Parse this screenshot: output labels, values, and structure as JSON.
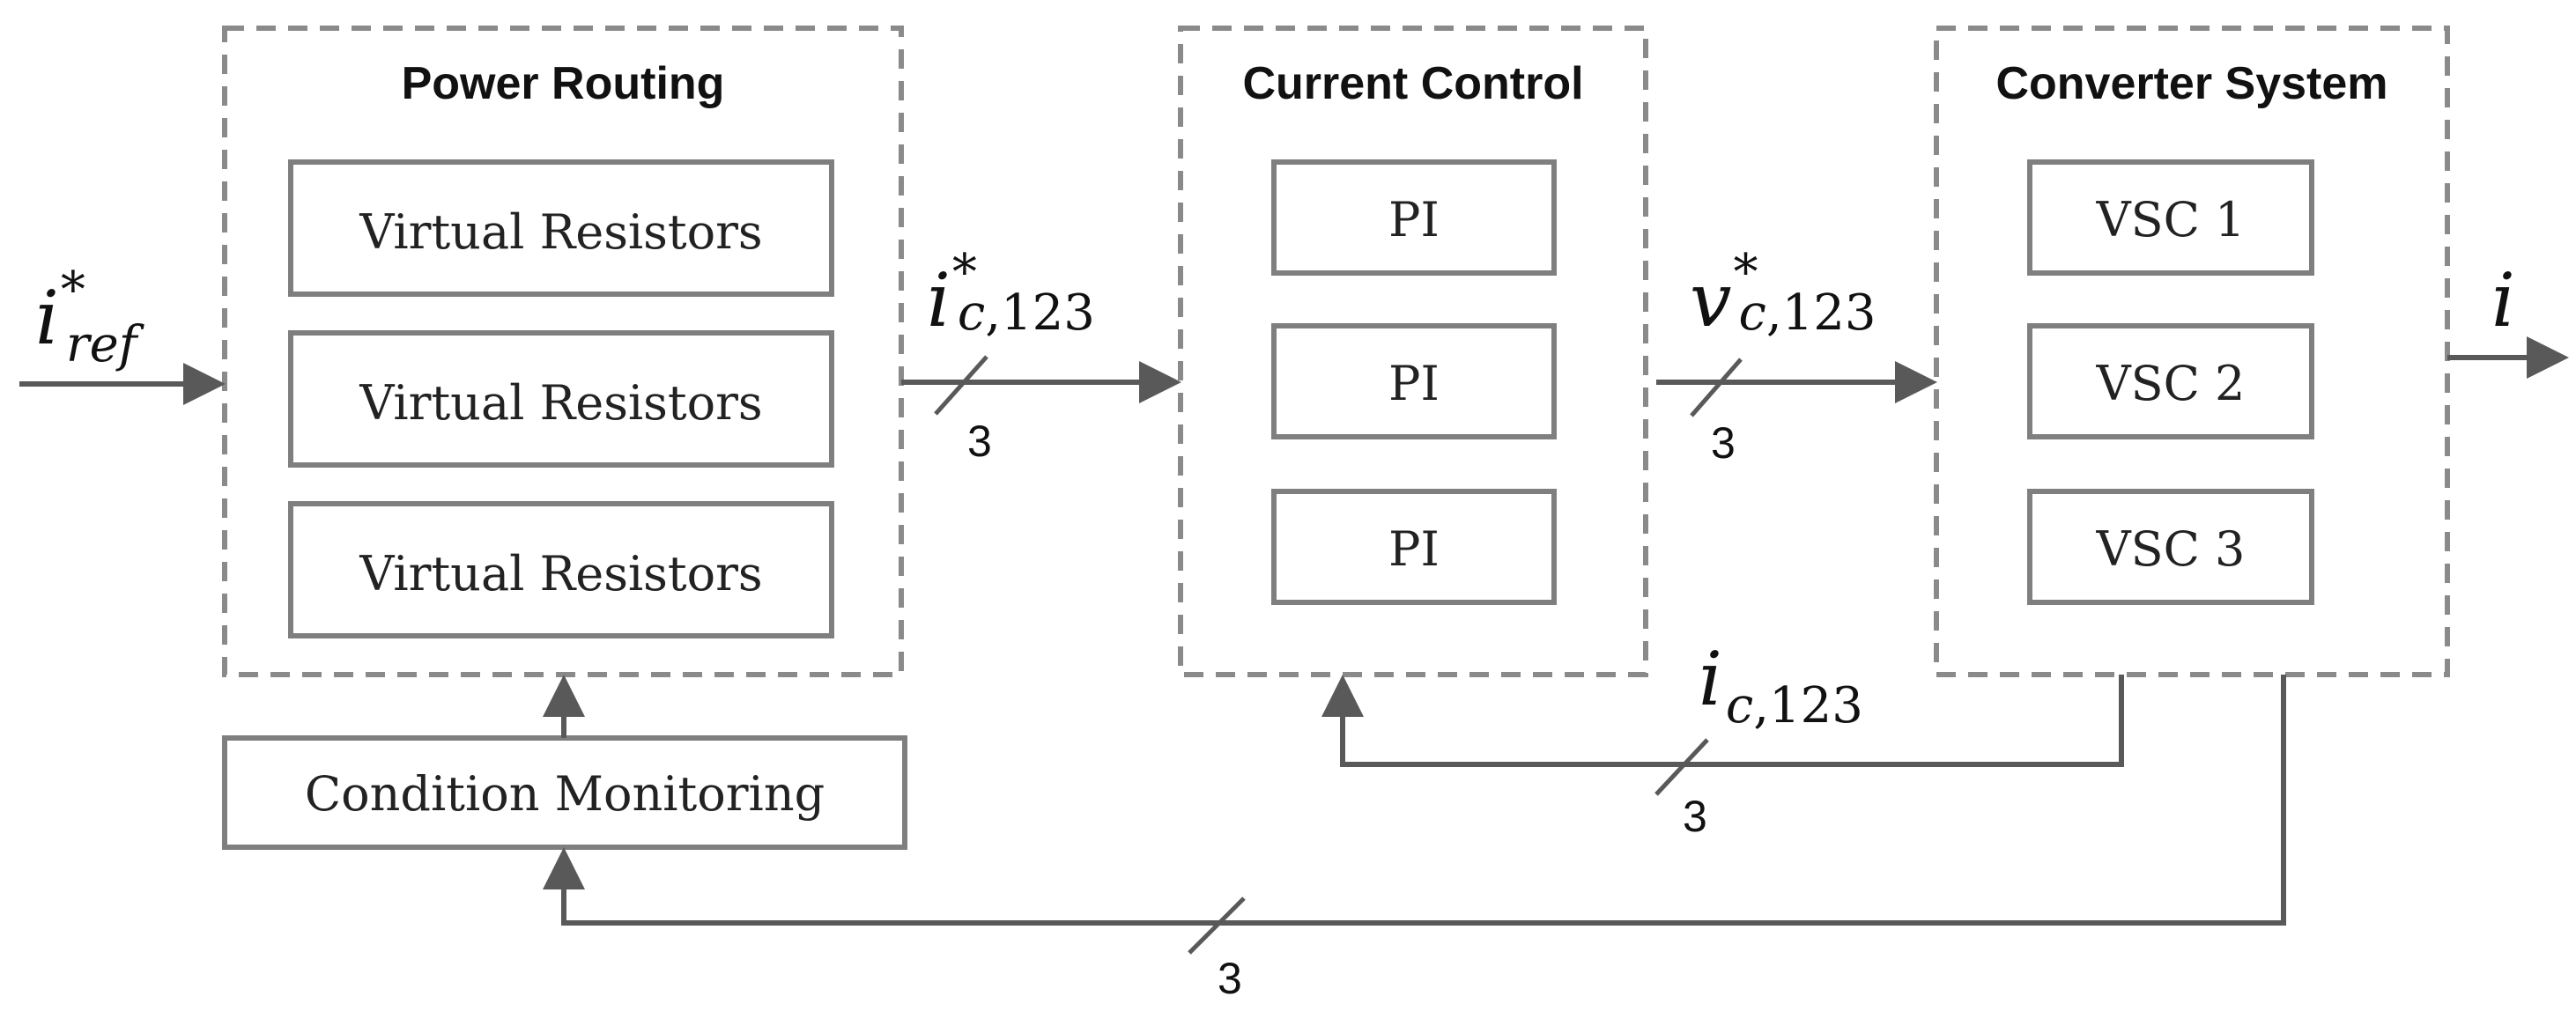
{
  "groups": {
    "power_routing": {
      "title": "Power Routing",
      "blocks": [
        "Virtual Resistors",
        "Virtual Resistors",
        "Virtual Resistors"
      ]
    },
    "current_control": {
      "title": "Current Control",
      "blocks": [
        "PI",
        "PI",
        "PI"
      ]
    },
    "converter_system": {
      "title": "Converter System",
      "blocks": [
        "VSC 1",
        "VSC 2",
        "VSC 3"
      ]
    }
  },
  "condition_monitoring": {
    "label": "Condition Monitoring"
  },
  "signals": {
    "input_ref": {
      "base": "i",
      "sup": "*",
      "sub": "ref"
    },
    "current_ref": {
      "base": "i",
      "sup": "*",
      "sub_var": "c",
      "sub_rest": ",123"
    },
    "voltage_ref": {
      "base": "v",
      "sup": "*",
      "sub_var": "c",
      "sub_rest": ",123"
    },
    "measured_current": {
      "base": "i",
      "sub_var": "c",
      "sub_rest": ",123"
    },
    "output": {
      "base": "i"
    }
  },
  "bus_widths": {
    "current_ref": "3",
    "voltage_ref": "3",
    "feedback": "3",
    "monitoring": "3"
  },
  "colors": {
    "frame": "#8a8a8a",
    "box_border": "#7f7f7f",
    "wire": "#595959"
  }
}
